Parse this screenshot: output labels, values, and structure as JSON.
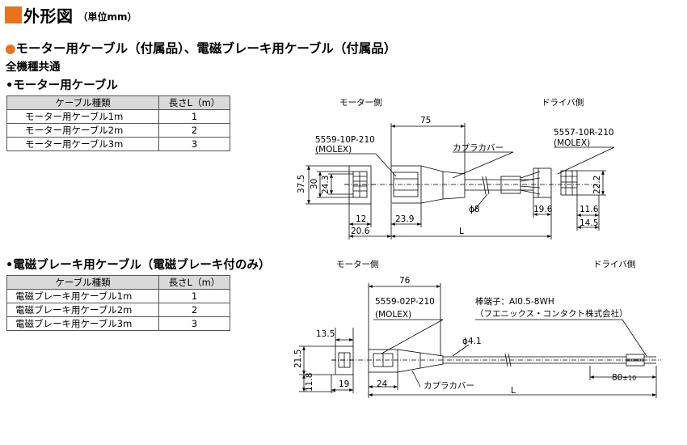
{
  "header": {
    "title": "外形図",
    "unit": "（単位mm）"
  },
  "section": {
    "bullet": "●",
    "title": "モーター用ケーブル（付属品）、電磁ブレーキ用ケーブル（付属品）",
    "common": "全機種共通"
  },
  "motor_cable": {
    "heading": "•モーター用ケーブル",
    "table": {
      "headers": [
        "ケーブル種類",
        "長さL（m）"
      ],
      "rows": [
        [
          "モーター用ケーブル1m",
          "1"
        ],
        [
          "モーター用ケーブル2m",
          "2"
        ],
        [
          "モーター用ケーブル3m",
          "3"
        ]
      ]
    },
    "drawing": {
      "motor_side": "モーター側",
      "driver_side": "ドライバ側",
      "connector_left_part": "5559-10P-210",
      "connector_left_maker": "(MOLEX)",
      "connector_right_part": "5557-10R-210",
      "connector_right_maker": "(MOLEX)",
      "coupler_cover": "カプラカバー",
      "dim_75": "75",
      "dim_37_5": "37.5",
      "dim_30": "30",
      "dim_24_3": "24.3",
      "dim_12": "12",
      "dim_20_6": "20.6",
      "dim_23_9": "23.9",
      "dim_phi8": "ϕ8",
      "dim_L": "L",
      "dim_19_6": "19.6",
      "dim_22_2": "22.2",
      "dim_11_6": "11.6",
      "dim_14_5": "14.5"
    }
  },
  "brake_cable": {
    "heading": "•電磁ブレーキ用ケーブル（電磁ブレーキ付のみ）",
    "table": {
      "headers": [
        "ケーブル種類",
        "長さL（m）"
      ],
      "rows": [
        [
          "電磁ブレーキ用ケーブル1m",
          "1"
        ],
        [
          "電磁ブレーキ用ケーブル2m",
          "2"
        ],
        [
          "電磁ブレーキ用ケーブル3m",
          "3"
        ]
      ]
    },
    "drawing": {
      "motor_side": "モーター側",
      "driver_side": "ドライバ側",
      "connector_part": "5559-02P-210",
      "connector_maker": "(MOLEX)",
      "terminal_part": "棒端子：AI0.5-8WH",
      "terminal_maker": "（フエニックス・コンタクト株式会社）",
      "coupler_cover": "カプラカバー",
      "dim_76": "76",
      "dim_13_5": "13.5",
      "dim_21_5": "21.5",
      "dim_11_8": "11.8",
      "dim_19": "19",
      "dim_24": "24",
      "dim_phi4_1": "ϕ4.1",
      "dim_80": "80",
      "dim_80_tol": "±10",
      "dim_L": "L"
    }
  }
}
